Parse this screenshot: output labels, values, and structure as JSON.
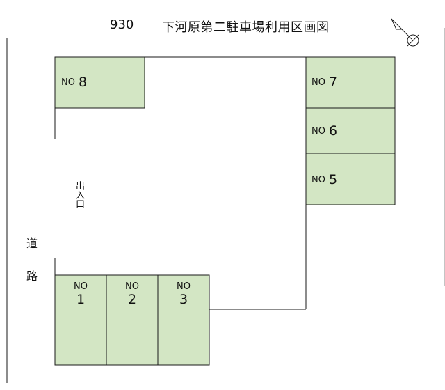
{
  "header": {
    "code": "930",
    "title": "下河原第二駐車場利用区画図"
  },
  "road": {
    "chars": [
      "道",
      "路"
    ]
  },
  "entrance": {
    "label": "出入口"
  },
  "colors": {
    "spot_fill": "#d3e6c4",
    "line": "#1a1a1a",
    "bg": "#ffffff"
  },
  "icons": {
    "north": "north-arrow-icon"
  },
  "spots": {
    "prefix": "NO",
    "s1": "1",
    "s2": "2",
    "s3": "3",
    "s5": "5",
    "s6": "6",
    "s7": "7",
    "s8": "8"
  }
}
